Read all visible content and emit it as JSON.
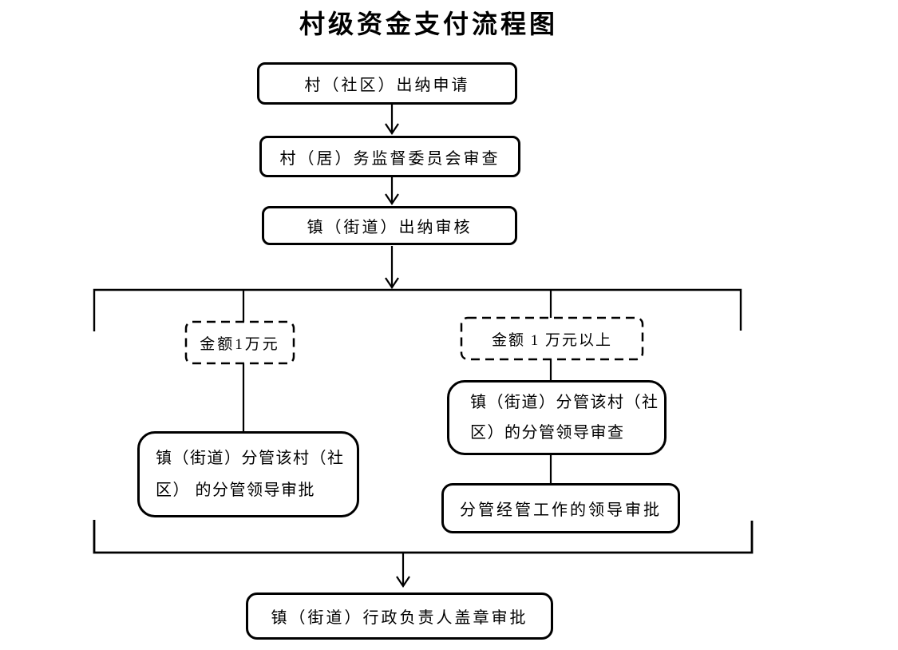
{
  "title": "村级资金支付流程图",
  "flow": {
    "step1": "村（社区）出纳申请",
    "step2": "村（居）务监督委员会审查",
    "step3": "镇（街道）出纳审核",
    "condition_left": "金额1万元",
    "condition_right": "金额 1 万元以上",
    "left_branch_approval": {
      "line1": "镇（街道）分管该村（社",
      "line2": "区） 的分管领导审批"
    },
    "right_branch_review": {
      "line1": "镇（街道）分管该村（社",
      "line2": "区）的分管领导审查"
    },
    "right_branch_approval": "分管经管工作的领导审批",
    "final_step": "镇（街道）行政负责人盖章审批"
  },
  "colors": {
    "line": "#000000",
    "box_fill": "#ffffff",
    "text": "#000000",
    "background": "#ffffff"
  }
}
